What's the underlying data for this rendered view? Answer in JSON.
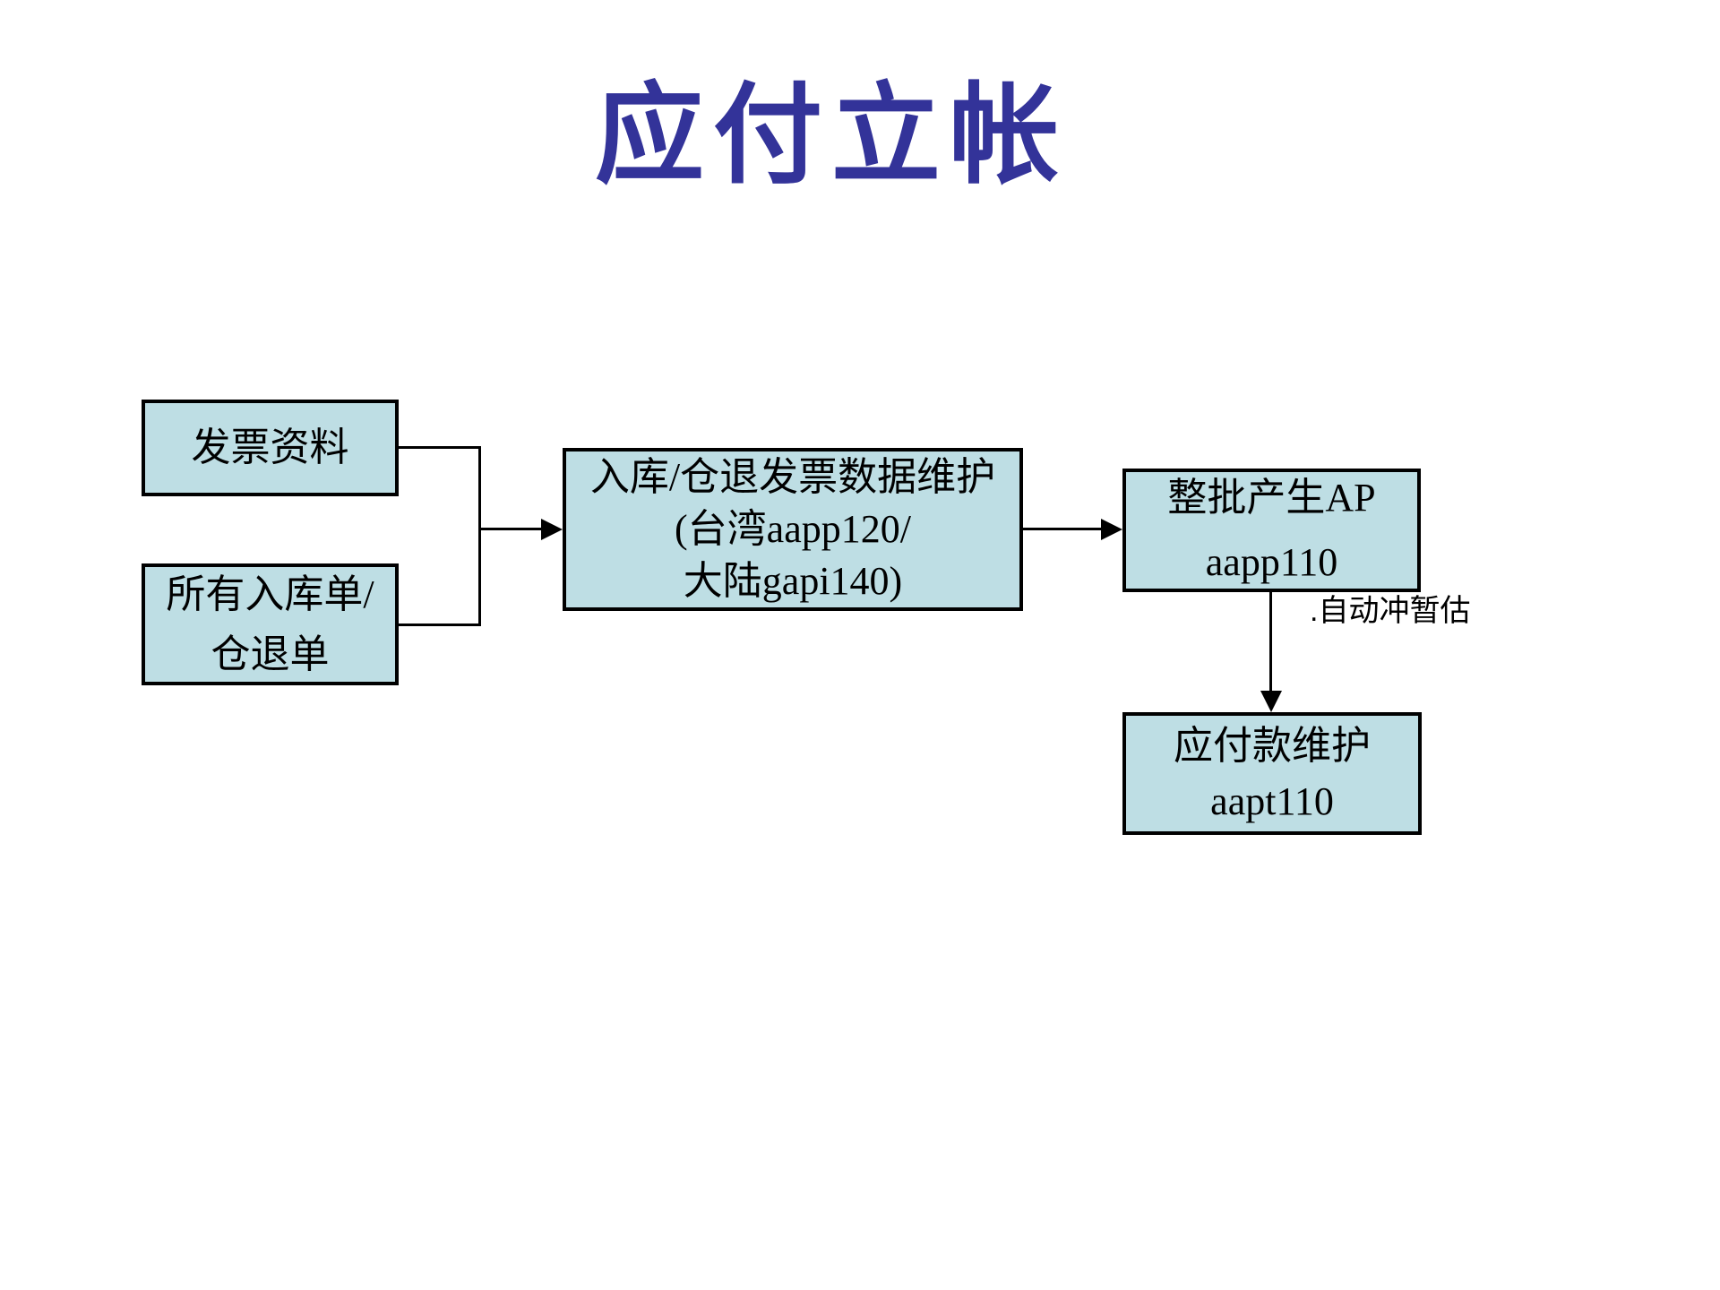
{
  "title": "应付立帐",
  "colors": {
    "box_fill": "#bedee4",
    "box_border": "#000000",
    "line_color": "#000000",
    "title_color": "#333399",
    "text_color": "#000000"
  },
  "boxes": {
    "invoice": {
      "lines": [
        "发票资料"
      ]
    },
    "receipts": {
      "lines": [
        "所有入库单/",
        "仓退单"
      ]
    },
    "maintain": {
      "lines": [
        "入库/仓退发票数据维护",
        "(台湾aapp120/",
        "大陆gapi140)"
      ]
    },
    "generate_ap": {
      "lines": [
        "整批产生AP",
        "aapp110"
      ]
    },
    "payable": {
      "lines": [
        "应付款维护",
        "aapt110"
      ]
    }
  },
  "annotations": {
    "auto_offset": ".自动冲暂估"
  }
}
